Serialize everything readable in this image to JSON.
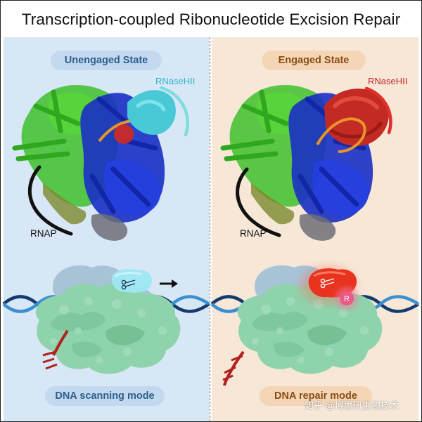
{
  "title": "Transcription-coupled Ribonucleotide Excision Repair",
  "left_panel": {
    "state_label": "Unengaged State",
    "enzyme_label": "RNaseHII",
    "polymerase_label": "RNAP",
    "mode_label": "DNA scanning mode"
  },
  "right_panel": {
    "state_label": "Engaged State",
    "enzyme_label": "RNaseHII",
    "polymerase_label": "RNAP",
    "mode_label": "DNA repair mode",
    "ribonucleotide_marker": "R"
  },
  "watermark": "知乎 @博思研生物技术",
  "colors": {
    "left_bg": "#d8e7f5",
    "right_bg": "#f6e7d7",
    "unengaged_rnasehii": "#49c9d6",
    "engaged_rnasehii": "#c42a24",
    "rnap_green": "#3fbf2b",
    "rnap_blue": "#1a2fc4",
    "surface_green": "#8fd3ad",
    "dna_dark": "#153a6e",
    "dna_light": "#3a8fd0",
    "rna_red": "#b0201c"
  }
}
